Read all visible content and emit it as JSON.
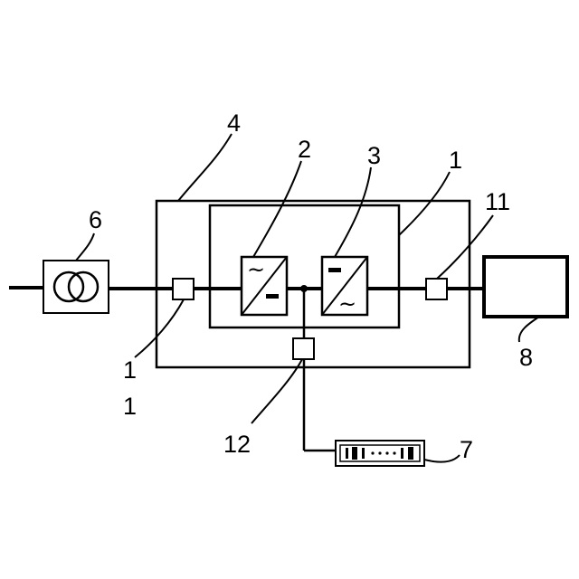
{
  "labels": {
    "l4": "4",
    "l2": "2",
    "l3": "3",
    "l1_top": "1",
    "l11": "11",
    "l6": "6",
    "l1_a": "1",
    "l1_b": "1",
    "l12": "12",
    "l8": "8",
    "l7": "7"
  },
  "symbols": {
    "ac": "~",
    "dc": "—"
  },
  "colors": {
    "line": "#000000",
    "background": "#ffffff"
  }
}
